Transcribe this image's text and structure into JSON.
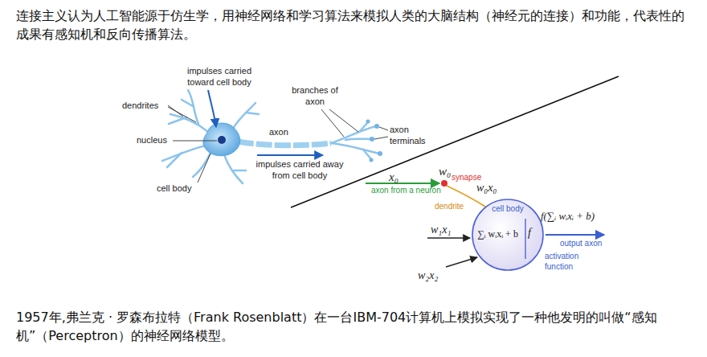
{
  "diagram": {
    "nodes": [
      {
        "text": [
          "cell body",
          "∑ᵢ wᵢxᵢ + b",
          "f"
        ]
      }
    ],
    "labels": [
      "连接主义认为人工智能源于仿生学，用神经网络和学习算法来模拟人类的大脑结构（神经元的连接）和功能，代表性的成果有感知机和反向传播算法。",
      "impulses carried toward cell body",
      "dendrites",
      "nucleus",
      "axon",
      "branches of axon",
      "axon terminals",
      "impulses carried away from cell body",
      "cell body",
      "x₀",
      "w₀",
      "synapse",
      "axon from a neuron",
      "w₀x₀",
      "dendrite",
      "w₁x₁",
      "w₂x₂",
      "f(∑ᵢ wᵢxᵢ + b)",
      "output axon",
      "activation function",
      "1957年,弗兰克 · 罗森布拉特（Frank Rosenblatt）在一台IBM-704计算机上模拟实现了一种他发明的叫做“感知机”（Perceptron）的神经网络模型。"
    ]
  }
}
